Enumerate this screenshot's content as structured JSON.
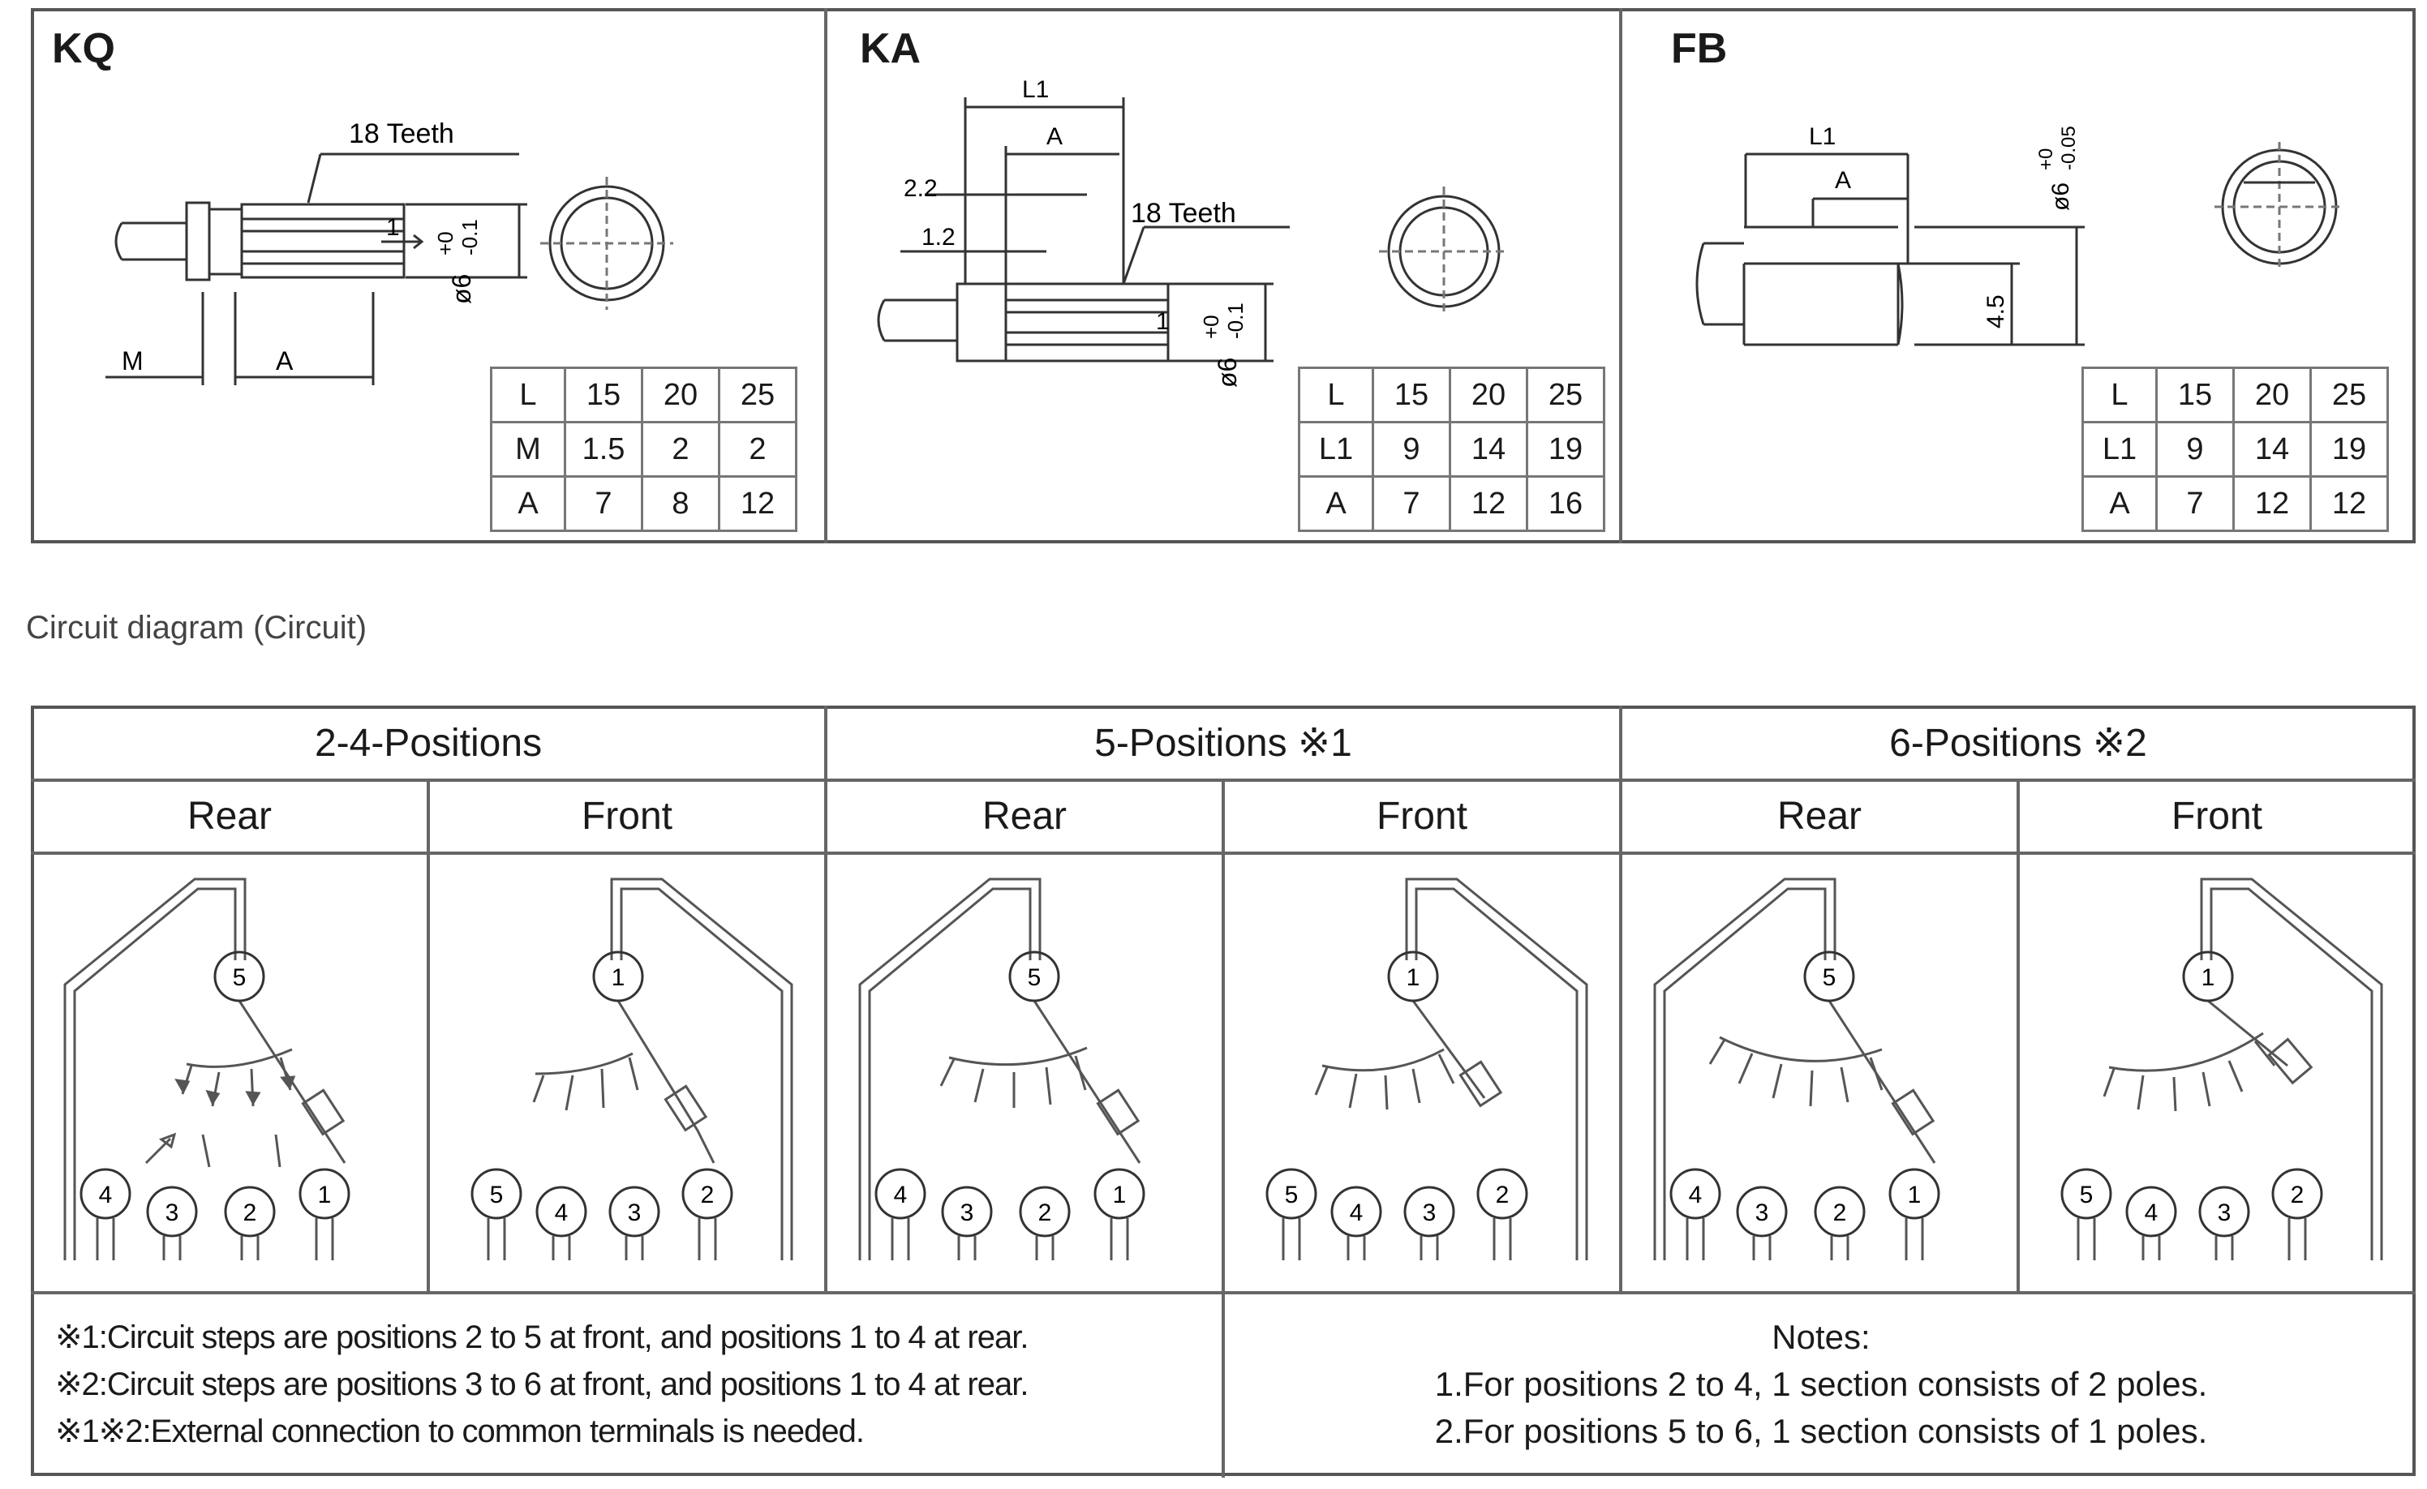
{
  "shafts": [
    {
      "code": "KQ",
      "callouts": {
        "teeth": "18 Teeth",
        "m": "M",
        "a": "A",
        "one": "1",
        "dia": "ø6",
        "tol_top": "+0",
        "tol_bot": "-0.1"
      },
      "table": [
        [
          "L",
          "15",
          "20",
          "25"
        ],
        [
          "M",
          "1.5",
          "2",
          "2"
        ],
        [
          "A",
          "7",
          "8",
          "12"
        ]
      ]
    },
    {
      "code": "KA",
      "callouts": {
        "l1": "L1",
        "a": "A",
        "d22": "2.2",
        "d12": "1.2",
        "teeth": "18 Teeth",
        "one": "1",
        "dia": "ø6",
        "tol_top": "+0",
        "tol_bot": "-0.1"
      },
      "table": [
        [
          "L",
          "15",
          "20",
          "25"
        ],
        [
          "L1",
          "9",
          "14",
          "19"
        ],
        [
          "A",
          "7",
          "12",
          "16"
        ]
      ]
    },
    {
      "code": "FB",
      "callouts": {
        "l1": "L1",
        "a": "A",
        "dia": "ø6",
        "tol_top": "+0",
        "tol_bot": "-0.05",
        "h": "4.5"
      },
      "table": [
        [
          "L",
          "15",
          "20",
          "25"
        ],
        [
          "L1",
          "9",
          "14",
          "19"
        ],
        [
          "A",
          "7",
          "12",
          "12"
        ]
      ]
    }
  ],
  "circuit_title": "Circuit diagram (Circuit)",
  "groups": [
    "2-4-Positions",
    "5-Positions ※1",
    "6-Positions ※2"
  ],
  "sides": [
    "Rear",
    "Front",
    "Rear",
    "Front",
    "Rear",
    "Front"
  ],
  "diagrams": [
    {
      "common": "5",
      "pins": [
        "4",
        "3",
        "2",
        "1"
      ]
    },
    {
      "common": "1",
      "pins": [
        "5",
        "4",
        "3",
        "2"
      ]
    },
    {
      "common": "5",
      "pins": [
        "4",
        "3",
        "2",
        "1"
      ]
    },
    {
      "common": "1",
      "pins": [
        "5",
        "4",
        "3",
        "2"
      ]
    },
    {
      "common": "5",
      "pins": [
        "4",
        "3",
        "2",
        "1"
      ]
    },
    {
      "common": "1",
      "pins": [
        "5",
        "4",
        "3",
        "2"
      ]
    }
  ],
  "footnotes": [
    "※1:Circuit steps are positions 2 to 5 at front, and positions 1 to 4 at rear.",
    "※2:Circuit steps are positions 3 to 6 at front, and positions 1 to 4 at rear.",
    "※1※2:External connection to common terminals is needed."
  ],
  "notes": {
    "title": "Notes:",
    "items": [
      "1.For positions 2 to 4, 1 section consists of 2 poles.",
      "2.For positions 5 to 6, 1 section consists of 1 poles."
    ]
  }
}
